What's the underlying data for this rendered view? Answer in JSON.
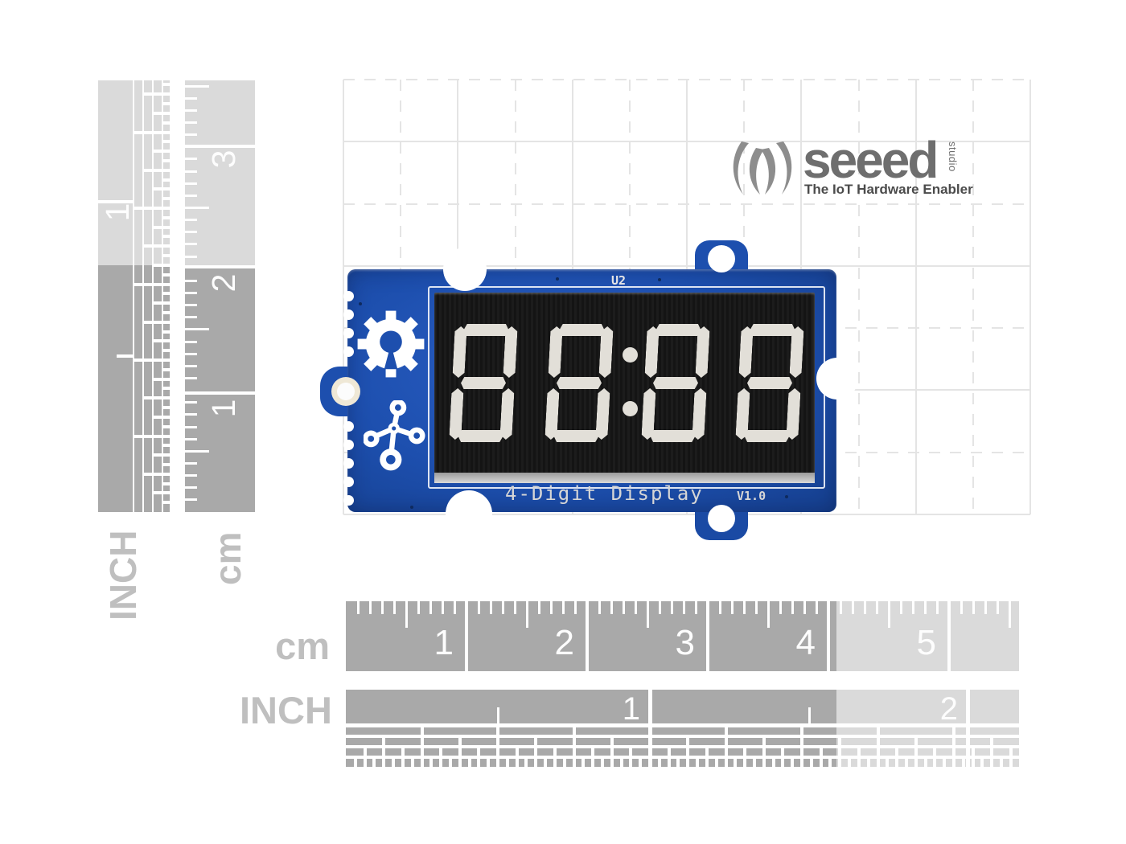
{
  "branding": {
    "logo_text": "seeed",
    "logo_vertical": "studio",
    "tagline": "The IoT Hardware Enabler"
  },
  "board": {
    "ref_designator": "U2",
    "silkscreen_title": "4-Digit Display",
    "version": "V1.0",
    "display_value": "88:88",
    "digits": [
      "8",
      "8",
      "8",
      "8"
    ]
  },
  "rulers": {
    "vertical": {
      "inch_label": "INCH",
      "cm_label": "cm",
      "inch_numbers": [
        "1"
      ],
      "cm_numbers": [
        "3",
        "2",
        "1"
      ]
    },
    "horizontal": {
      "cm_label": "cm",
      "inch_label": "INCH",
      "cm_numbers": [
        "1",
        "2",
        "3",
        "4",
        "5"
      ],
      "inch_numbers": [
        "1",
        "2"
      ]
    }
  },
  "colors": {
    "pcb_blue": "#1d4fae",
    "pcb_blue_dark": "#163f8c",
    "ruler_dark": "#a9a9a9",
    "ruler_light": "#dadada",
    "label_gray": "#bfbfbf",
    "number_white": "#fdfdfd",
    "logo_gray": "#6e6e6e",
    "tagline_gray": "#4b4b4b",
    "segment_off": "#e2dfd8",
    "display_black": "#1a1a1a",
    "silkscreen": "#d6d6d6"
  }
}
